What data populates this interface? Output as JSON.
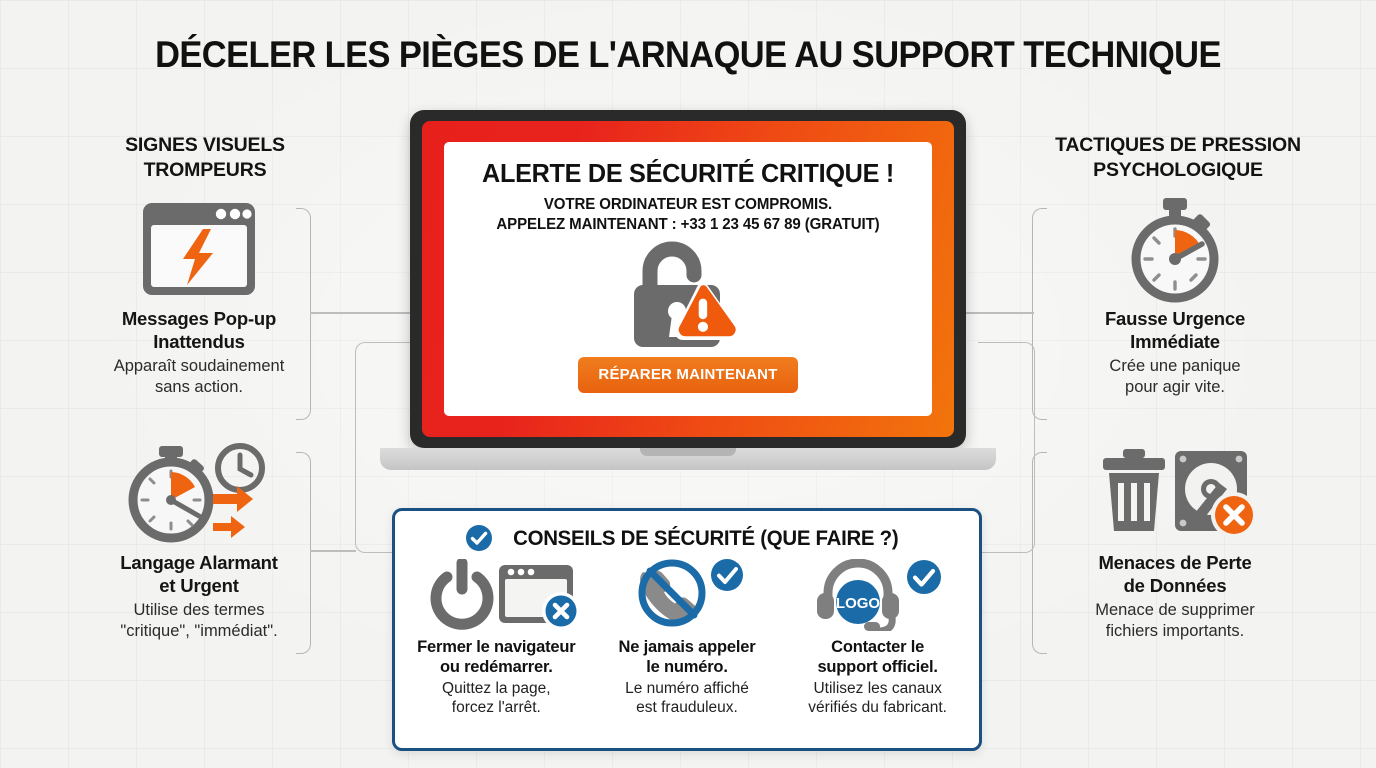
{
  "title": "DÉCELER LES PIÈGES DE L'ARNAQUE AU SUPPORT TECHNIQUE",
  "colors": {
    "background": "#f3f3f1",
    "accent_orange": "#ef6410",
    "alert_red": "#e8201c",
    "panel_blue": "#1b5082",
    "icon_gray": "#6b6b6b",
    "text_dark": "#111111"
  },
  "left_column": {
    "heading": "SIGNES VISUELS TROMPEURS",
    "heading_lines": [
      "SIGNES VISUELS",
      "TROMPEURS"
    ],
    "cards": [
      {
        "icon": "popup-window-lightning-icon",
        "title_lines": [
          "Messages Pop-up",
          "Inattendus"
        ],
        "title": "Messages Pop-up Inattendus",
        "desc_lines": [
          "Apparaît soudainement",
          "sans action."
        ],
        "desc": "Apparaît soudainement sans action."
      },
      {
        "icon": "stopwatch-clock-arrows-icon",
        "title_lines": [
          "Langage Alarmant",
          "et Urgent"
        ],
        "title": "Langage Alarmant et Urgent",
        "desc_lines": [
          "Utilise des termes",
          "\"critique\", \"immédiat\"."
        ],
        "desc": "Utilise des termes \"critique\", \"immédiat\"."
      }
    ]
  },
  "right_column": {
    "heading": "TACTIQUES DE PRESSION PSYCHOLOGIQUE",
    "heading_lines": [
      "TACTIQUES DE PRESSION",
      "PSYCHOLOGIQUE"
    ],
    "cards": [
      {
        "icon": "stopwatch-icon",
        "title_lines": [
          "Fausse Urgence",
          "Immédiate"
        ],
        "title": "Fausse Urgence Immédiate",
        "desc_lines": [
          "Crée une panique",
          "pour agir vite."
        ],
        "desc": "Crée une panique pour agir vite."
      },
      {
        "icon": "trash-harddrive-error-icon",
        "title_lines": [
          "Menaces de Perte",
          "de Données"
        ],
        "title": "Menaces de Perte de Données",
        "desc_lines": [
          "Menace de supprimer",
          "fichiers importants."
        ],
        "desc": "Menace de supprimer fichiers importants."
      }
    ]
  },
  "laptop": {
    "alert": {
      "title": "ALERTE DE SÉCURITÉ CRITIQUE !",
      "line1": "VOTRE ORDINATEUR EST COMPROMIS.",
      "line2": "APPELEZ MAINTENANT : +33 1 23 45 67 89 (GRATUIT)",
      "phone_number": "+33 1 23 45 67 89",
      "icon": "open-padlock-warning-icon",
      "button_label": "RÉPARER MAINTENANT"
    }
  },
  "safety_panel": {
    "header": "CONSEILS DE SÉCURITÉ (QUE FAIRE ?)",
    "header_icon": "check-circle-icon",
    "tips": [
      {
        "icon": "power-browser-close-icon",
        "title_lines": [
          "Fermer le navigateur",
          "ou redémarrer."
        ],
        "title": "Fermer le navigateur ou redémarrer.",
        "desc_lines": [
          "Quittez la page,",
          "forcez l'arrêt."
        ],
        "desc": "Quittez la page, forcez l'arrêt."
      },
      {
        "icon": "no-phone-icon",
        "title_lines": [
          "Ne jamais appeler",
          "le numéro."
        ],
        "title": "Ne jamais appeler le numéro.",
        "desc_lines": [
          "Le numéro affiché",
          "est frauduleux."
        ],
        "desc": "Le numéro affiché est frauduleux."
      },
      {
        "icon": "headset-support-icon",
        "icon_label": "LOGO",
        "title_lines": [
          "Contacter le",
          "support officiel."
        ],
        "title": "Contacter le support officiel.",
        "desc_lines": [
          "Utilisez les canaux",
          "vérifiés du fabricant."
        ],
        "desc": "Utilisez les canaux vérifiés du fabricant."
      }
    ]
  }
}
